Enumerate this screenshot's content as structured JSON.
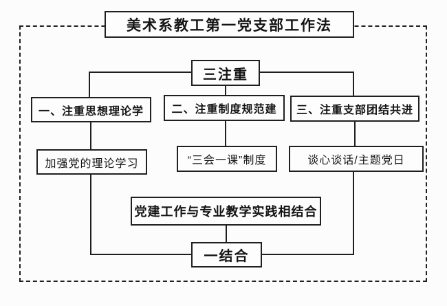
{
  "diagram": {
    "title": "美术系教工第一党支部工作法",
    "top_node": "三注重",
    "branches": [
      {
        "heading": "一、注重思想理论学",
        "detail": "加强党的理论学习"
      },
      {
        "heading": "二、注重制度规范建",
        "detail": "“三会一课”制度"
      },
      {
        "heading": "三、注重支部团结共进",
        "detail": "谈心谈话/主题党日"
      }
    ],
    "integration_node": "党建工作与专业教学实践相结合",
    "bottom_node": "一结合",
    "colors": {
      "line": "#1f1f1f",
      "background": "#fcfcfc",
      "box_fill": "#fdfdfd",
      "text": "#141414"
    }
  }
}
